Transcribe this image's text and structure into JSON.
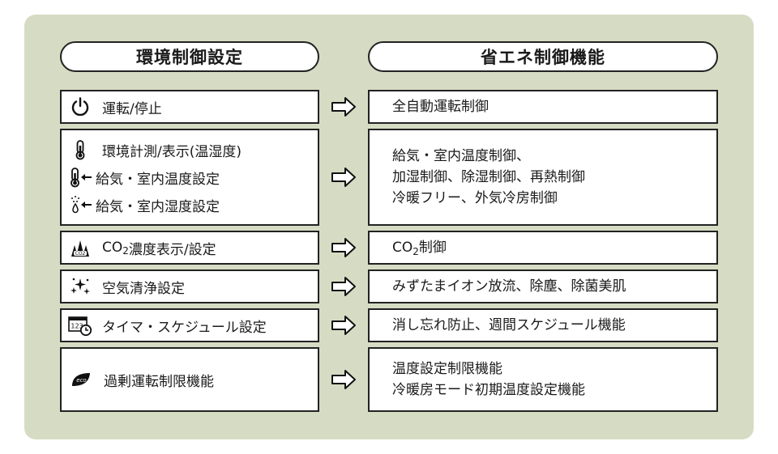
{
  "headers": {
    "left": "環境制御設定",
    "right": "省エネ制御機能"
  },
  "rows": [
    {
      "left": [
        {
          "icon": "power-icon",
          "pre": "運転/停止"
        }
      ],
      "right": [
        "全自動運転制御"
      ]
    },
    {
      "left": [
        {
          "icon": "thermometer-icon",
          "pre": "環境計測/表示(温湿度)"
        },
        {
          "icon": "thermometer-arrow-icon",
          "pre": "給気・室内温度設定"
        },
        {
          "icon": "humidity-arrow-icon",
          "pre": "給気・室内湿度設定"
        }
      ],
      "right": [
        "給気・室内温度制御、",
        "加湿制御、除湿制御、再熱制御",
        "冷暖フリー、外気冷房制御"
      ]
    },
    {
      "left": [
        {
          "icon": "co2-icon",
          "pre": "CO",
          "sub": "2",
          "post": "濃度表示/設定"
        }
      ],
      "right_rich": {
        "pre": "CO",
        "sub": "2",
        "post": "制御"
      }
    },
    {
      "left": [
        {
          "icon": "sparkle-icon",
          "pre": "空気清浄設定"
        }
      ],
      "right": [
        "みずたまイオン放流、除塵、除菌美肌"
      ]
    },
    {
      "left": [
        {
          "icon": "calendar-clock-icon",
          "icon_text": "123",
          "pre": "タイマ・スケジュール設定"
        }
      ],
      "right": [
        "消し忘れ防止、週間スケジュール機能"
      ]
    },
    {
      "left": [
        {
          "icon": "eco-leaf-icon",
          "icon_text": "eco",
          "pre": "過剰運転制限機能"
        }
      ],
      "right": [
        "温度設定制限機能",
        "冷暖房モード初期温度設定機能"
      ]
    }
  ],
  "colors": {
    "panel": "#d6dcc4",
    "border": "#222222",
    "box": "#ffffff"
  }
}
